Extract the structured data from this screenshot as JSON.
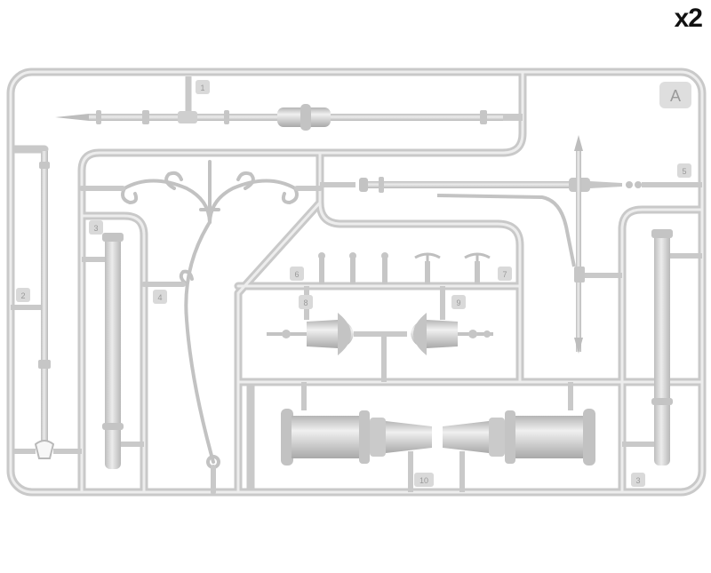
{
  "quantity_label": "x2",
  "sprue": {
    "letter": "A",
    "base_color": "#d4d4d4",
    "shade_color": "#bdbdbd",
    "highlight_color": "#ececec",
    "part_tags": [
      "1",
      "2",
      "3",
      "3",
      "4",
      "5",
      "6",
      "7",
      "8",
      "9",
      "10"
    ]
  }
}
